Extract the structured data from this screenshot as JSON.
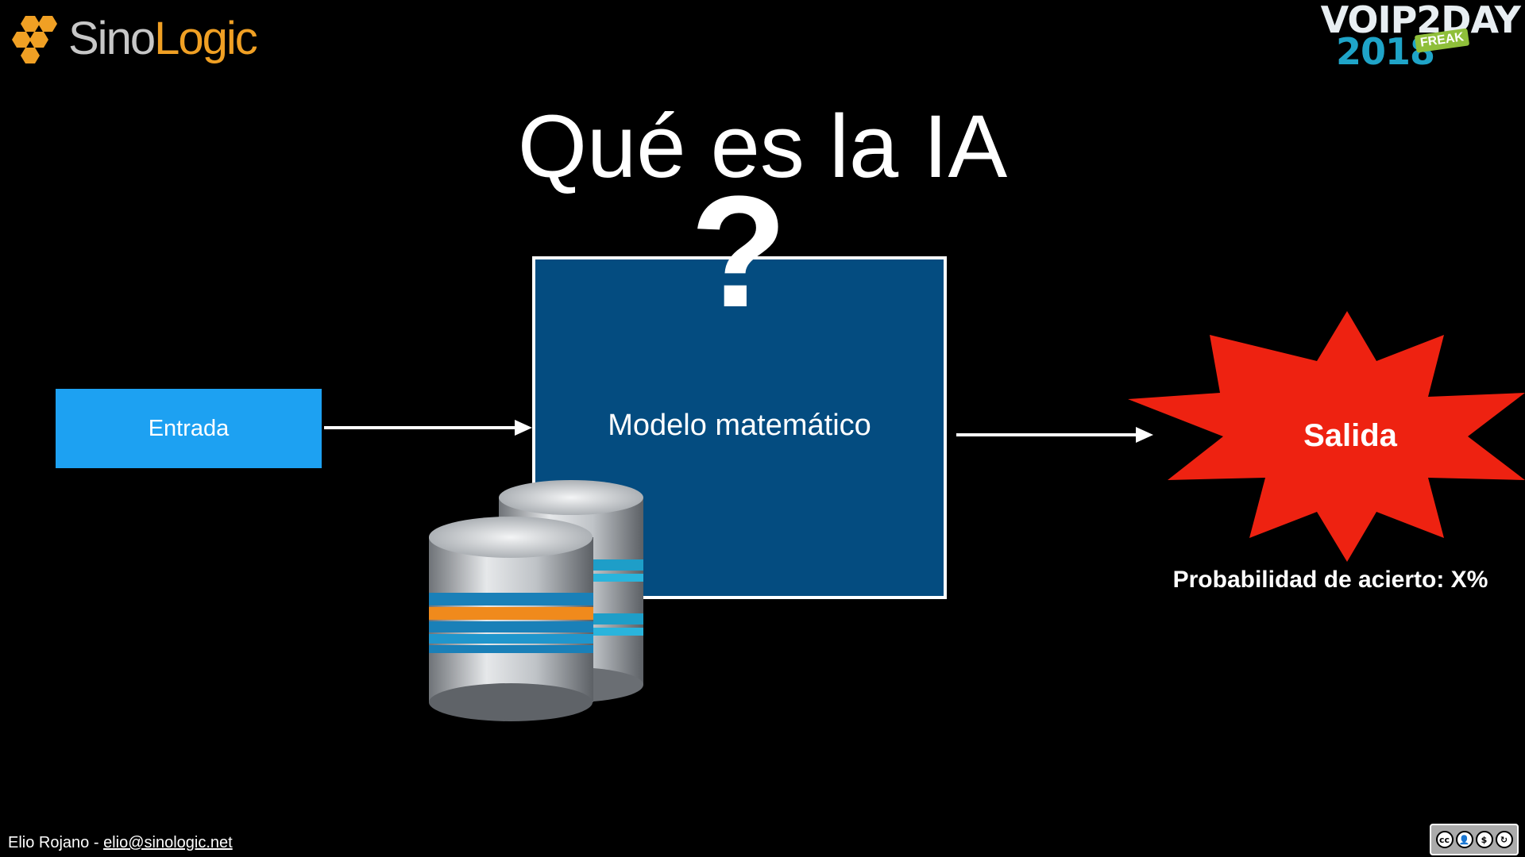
{
  "logo": {
    "part1": "Sino",
    "part2": "Logic",
    "icon": "hexagon-cluster-icon"
  },
  "event_logo": {
    "line1": "VOIP2DAY",
    "line2": "2018",
    "badge": "FREAK"
  },
  "title": "Qué es la IA",
  "question_mark": "?",
  "diagram": {
    "input_label": "Entrada",
    "model_label": "Modelo matemático",
    "output_label": "Salida",
    "probability_label": "Probabilidad de acierto: X%"
  },
  "footer": {
    "author": "Elio Rojano - ",
    "email": "elio@sinologic.net"
  },
  "license": {
    "badges": [
      "cc",
      "by",
      "nc",
      "sa"
    ],
    "labels": [
      "BY",
      "NC",
      "SA"
    ]
  },
  "colors": {
    "background": "#000000",
    "input_box": "#1da1f2",
    "model_box": "#044c80",
    "output_burst": "#ee2211",
    "logo_accent": "#f0a024"
  }
}
